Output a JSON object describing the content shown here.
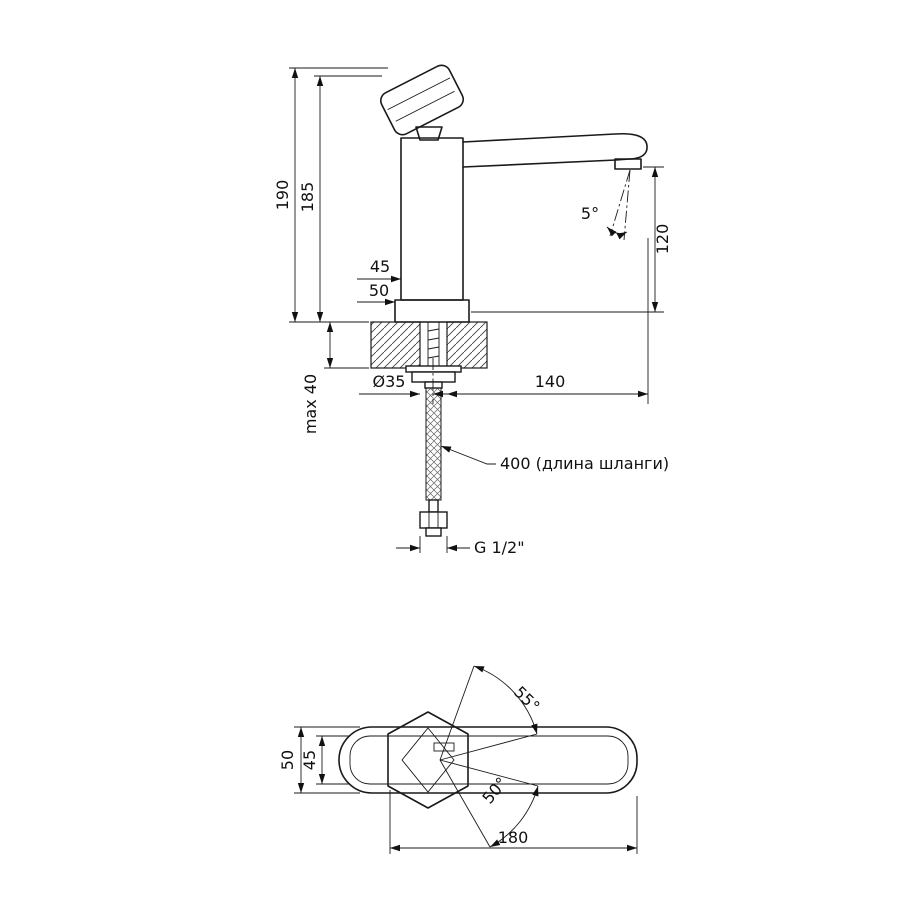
{
  "drawing": {
    "subject": "single-lever basin faucet technical drawing, two orthographic views",
    "accent_color": "#1a1a1a",
    "background_color": "#ffffff",
    "side_view": {
      "dimensions": {
        "overall_height": "190",
        "body_height": "185",
        "body_width": "45",
        "base_width": "50",
        "spout_angle": "5°",
        "spout_height": "120",
        "mounting_thickness": "max 40",
        "shank_diameter": "Ø35",
        "spout_reach": "140",
        "hose_length": "400 (длина шланги)",
        "thread_size": "G 1/2\""
      }
    },
    "top_view": {
      "dimensions": {
        "handle_swivel_upper": "55°",
        "handle_swivel_lower": "50°",
        "body_width": "50",
        "body_inner_width": "45",
        "overall_length": "180"
      }
    }
  }
}
